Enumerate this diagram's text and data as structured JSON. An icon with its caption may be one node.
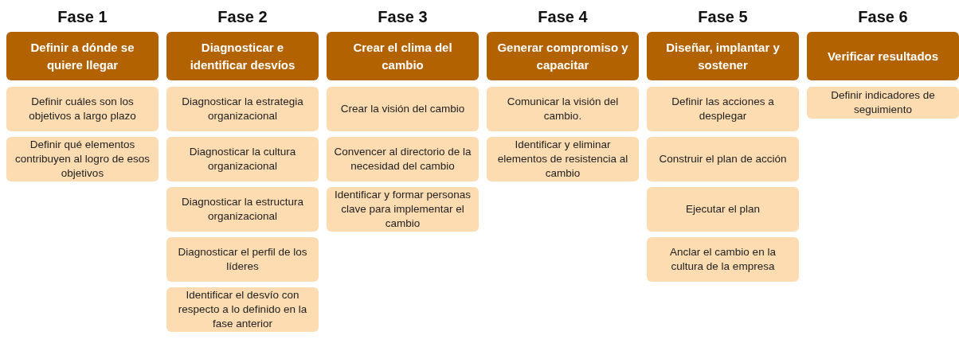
{
  "diagram": {
    "nodes": [
      {
        "text": [
          "Fase 1",
          "Definir a dónde se quiere llegar"
        ]
      },
      {
        "text": [
          "Definir cuáles son los objetivos a largo plazo"
        ]
      },
      {
        "text": [
          "Definir qué elementos contribuyen al logro de esos objetivos"
        ]
      },
      {
        "text": [
          "Fase 2",
          "Diagnosticar e identificar desvíos"
        ]
      },
      {
        "text": [
          "Diagnosticar la estrategia organizacional"
        ]
      },
      {
        "text": [
          "Diagnosticar la cultura organizacional"
        ]
      },
      {
        "text": [
          "Diagnosticar la estructura organizacional"
        ]
      },
      {
        "text": [
          "Diagnosticar el perfil de los líderes"
        ]
      },
      {
        "text": [
          "Identificar el desvío con respecto a lo definido en la fase anterior"
        ]
      },
      {
        "text": [
          "Fase 3",
          "Crear el clima del cambio"
        ]
      },
      {
        "text": [
          "Crear la visión del cambio"
        ]
      },
      {
        "text": [
          "Convencer al directorio de la necesidad del cambio"
        ]
      },
      {
        "text": [
          "Identificar y formar personas clave para implementar el cambio"
        ]
      },
      {
        "text": [
          "Fase 4",
          "Generar compromiso y capacitar"
        ]
      },
      {
        "text": [
          "Comunicar la visión del cambio."
        ]
      },
      {
        "text": [
          "Identificar y eliminar elementos de resistencia al cambio"
        ]
      },
      {
        "text": [
          "Fase 5",
          "Diseñar, implantar y sostener"
        ]
      },
      {
        "text": [
          "Definir las acciones a desplegar"
        ]
      },
      {
        "text": [
          "Construir el plan de acción"
        ]
      },
      {
        "text": [
          "Ejecutar el plan"
        ]
      },
      {
        "text": [
          "Anclar el cambio en la cultura de la empresa"
        ]
      },
      {
        "text": [
          "Fase 6",
          "Verificar resultados"
        ]
      },
      {
        "text": [
          "Definir indicadores de seguimiento"
        ]
      }
    ],
    "edges": []
  }
}
